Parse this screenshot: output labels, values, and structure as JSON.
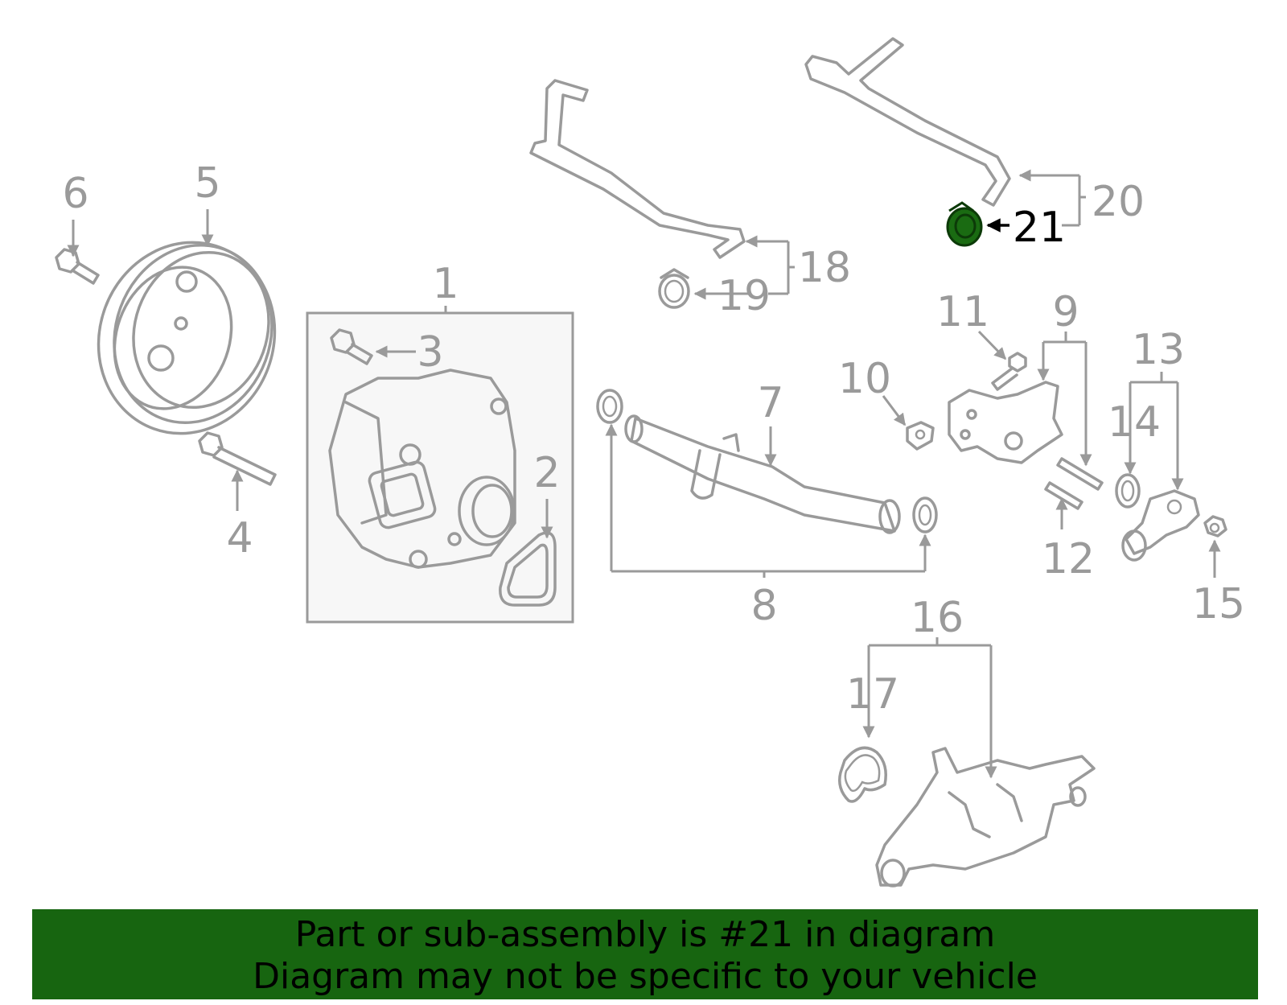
{
  "colors": {
    "banner": "#176510",
    "highlight": "#1a6b12",
    "line": "#9a9a9a"
  },
  "callouts": {
    "c1": "1",
    "c2": "2",
    "c3": "3",
    "c4": "4",
    "c5": "5",
    "c6": "6",
    "c7": "7",
    "c8": "8",
    "c9": "9",
    "c10": "10",
    "c11": "11",
    "c12": "12",
    "c13": "13",
    "c14": "14",
    "c15": "15",
    "c16": "16",
    "c17": "17",
    "c18": "18",
    "c19": "19",
    "c20": "20",
    "c21": "21"
  },
  "highlighted_part": "21",
  "banner": {
    "line1": "Part or sub-assembly is #21 in diagram",
    "line2": "Diagram may not be specific to your vehicle"
  }
}
